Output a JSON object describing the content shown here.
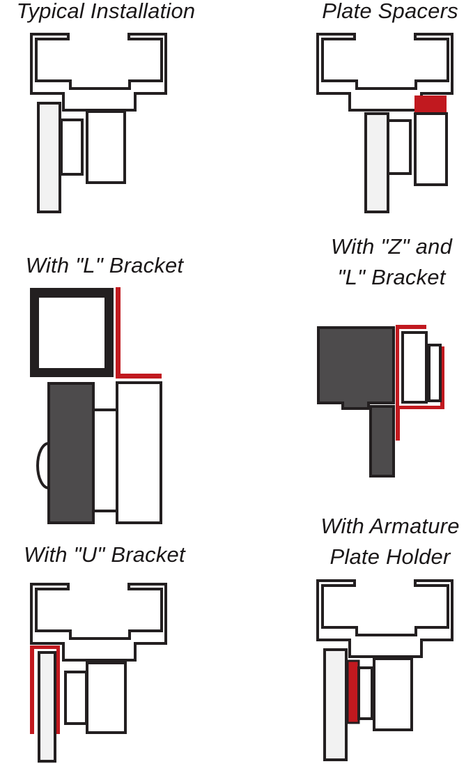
{
  "colors": {
    "frame": "#231f20",
    "frame_fill": "#4d4b4c",
    "bracket_red": "#c1191f",
    "plate_black": "#231f20",
    "background": "#ffffff",
    "white": "#ffffff",
    "rail_fill": "#f2f2f2"
  },
  "panels": [
    {
      "id": "typical",
      "title_lines": [
        "Typical Installation"
      ]
    },
    {
      "id": "plate-spacers",
      "title_lines": [
        "Plate Spacers"
      ]
    },
    {
      "id": "l-bracket",
      "title_lines": [
        "With \"L\" Bracket"
      ]
    },
    {
      "id": "z-l-bracket",
      "title_lines": [
        "With \"Z\" and",
        "\"L\" Bracket"
      ]
    },
    {
      "id": "u-bracket",
      "title_lines": [
        "With \"U\" Bracket"
      ]
    },
    {
      "id": "armature-holder",
      "title_lines": [
        "With Armature",
        "Plate Holder"
      ]
    }
  ]
}
